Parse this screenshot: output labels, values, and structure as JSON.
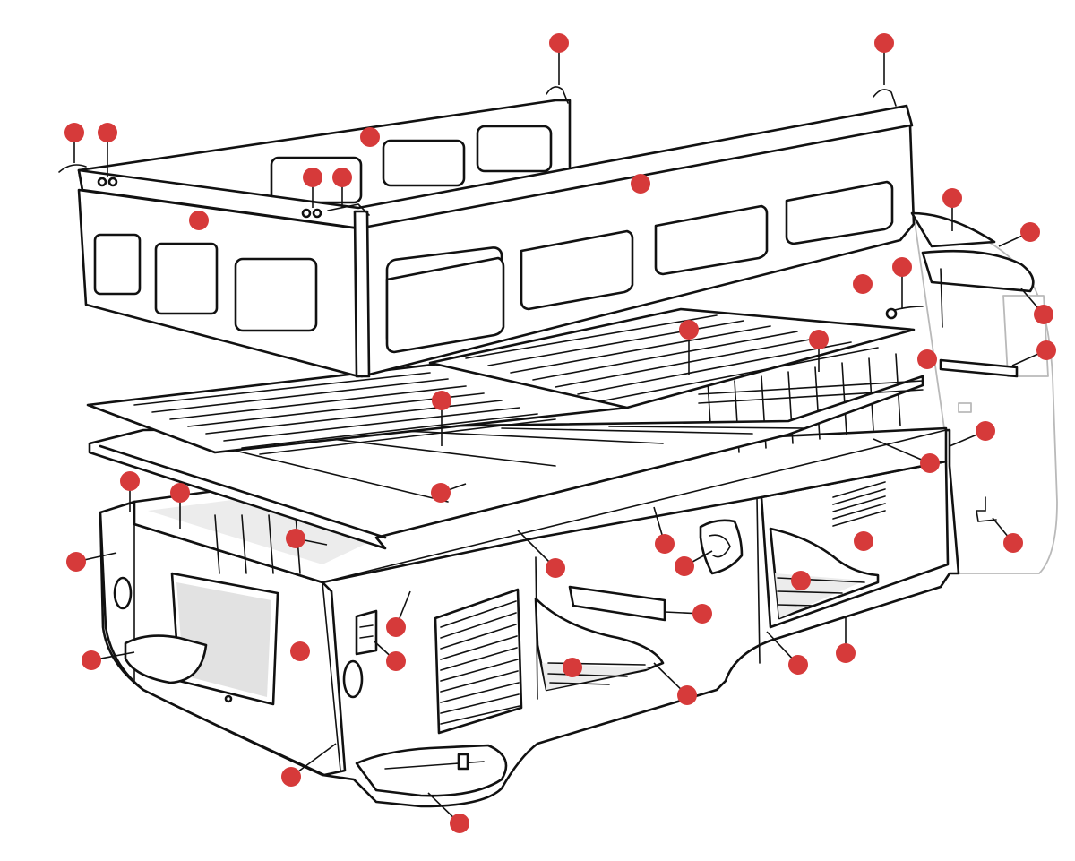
{
  "colors": {
    "callout_dot": "#d63a3a",
    "line": "#111111",
    "background": "#ffffff",
    "ghost_cab": "#b9b9b9"
  },
  "callouts": [
    {
      "id": "c01"
    },
    {
      "id": "c02"
    },
    {
      "id": "c03"
    },
    {
      "id": "c04"
    },
    {
      "id": "c05"
    },
    {
      "id": "c06"
    },
    {
      "id": "c07"
    },
    {
      "id": "c08"
    },
    {
      "id": "c09"
    },
    {
      "id": "c10"
    },
    {
      "id": "c11"
    },
    {
      "id": "c12"
    },
    {
      "id": "c13"
    },
    {
      "id": "c14"
    },
    {
      "id": "c15"
    },
    {
      "id": "c16"
    },
    {
      "id": "c17"
    },
    {
      "id": "c18"
    },
    {
      "id": "c19"
    },
    {
      "id": "c20"
    },
    {
      "id": "c21"
    },
    {
      "id": "c22"
    },
    {
      "id": "c23"
    },
    {
      "id": "c24"
    },
    {
      "id": "c25"
    },
    {
      "id": "c26"
    },
    {
      "id": "c27"
    },
    {
      "id": "c28"
    },
    {
      "id": "c29"
    },
    {
      "id": "c30"
    },
    {
      "id": "c31"
    },
    {
      "id": "c32"
    },
    {
      "id": "c33"
    },
    {
      "id": "c34"
    },
    {
      "id": "c35"
    },
    {
      "id": "c36"
    },
    {
      "id": "c37"
    },
    {
      "id": "c38"
    },
    {
      "id": "c39"
    },
    {
      "id": "c40"
    },
    {
      "id": "c41"
    },
    {
      "id": "c42"
    }
  ]
}
